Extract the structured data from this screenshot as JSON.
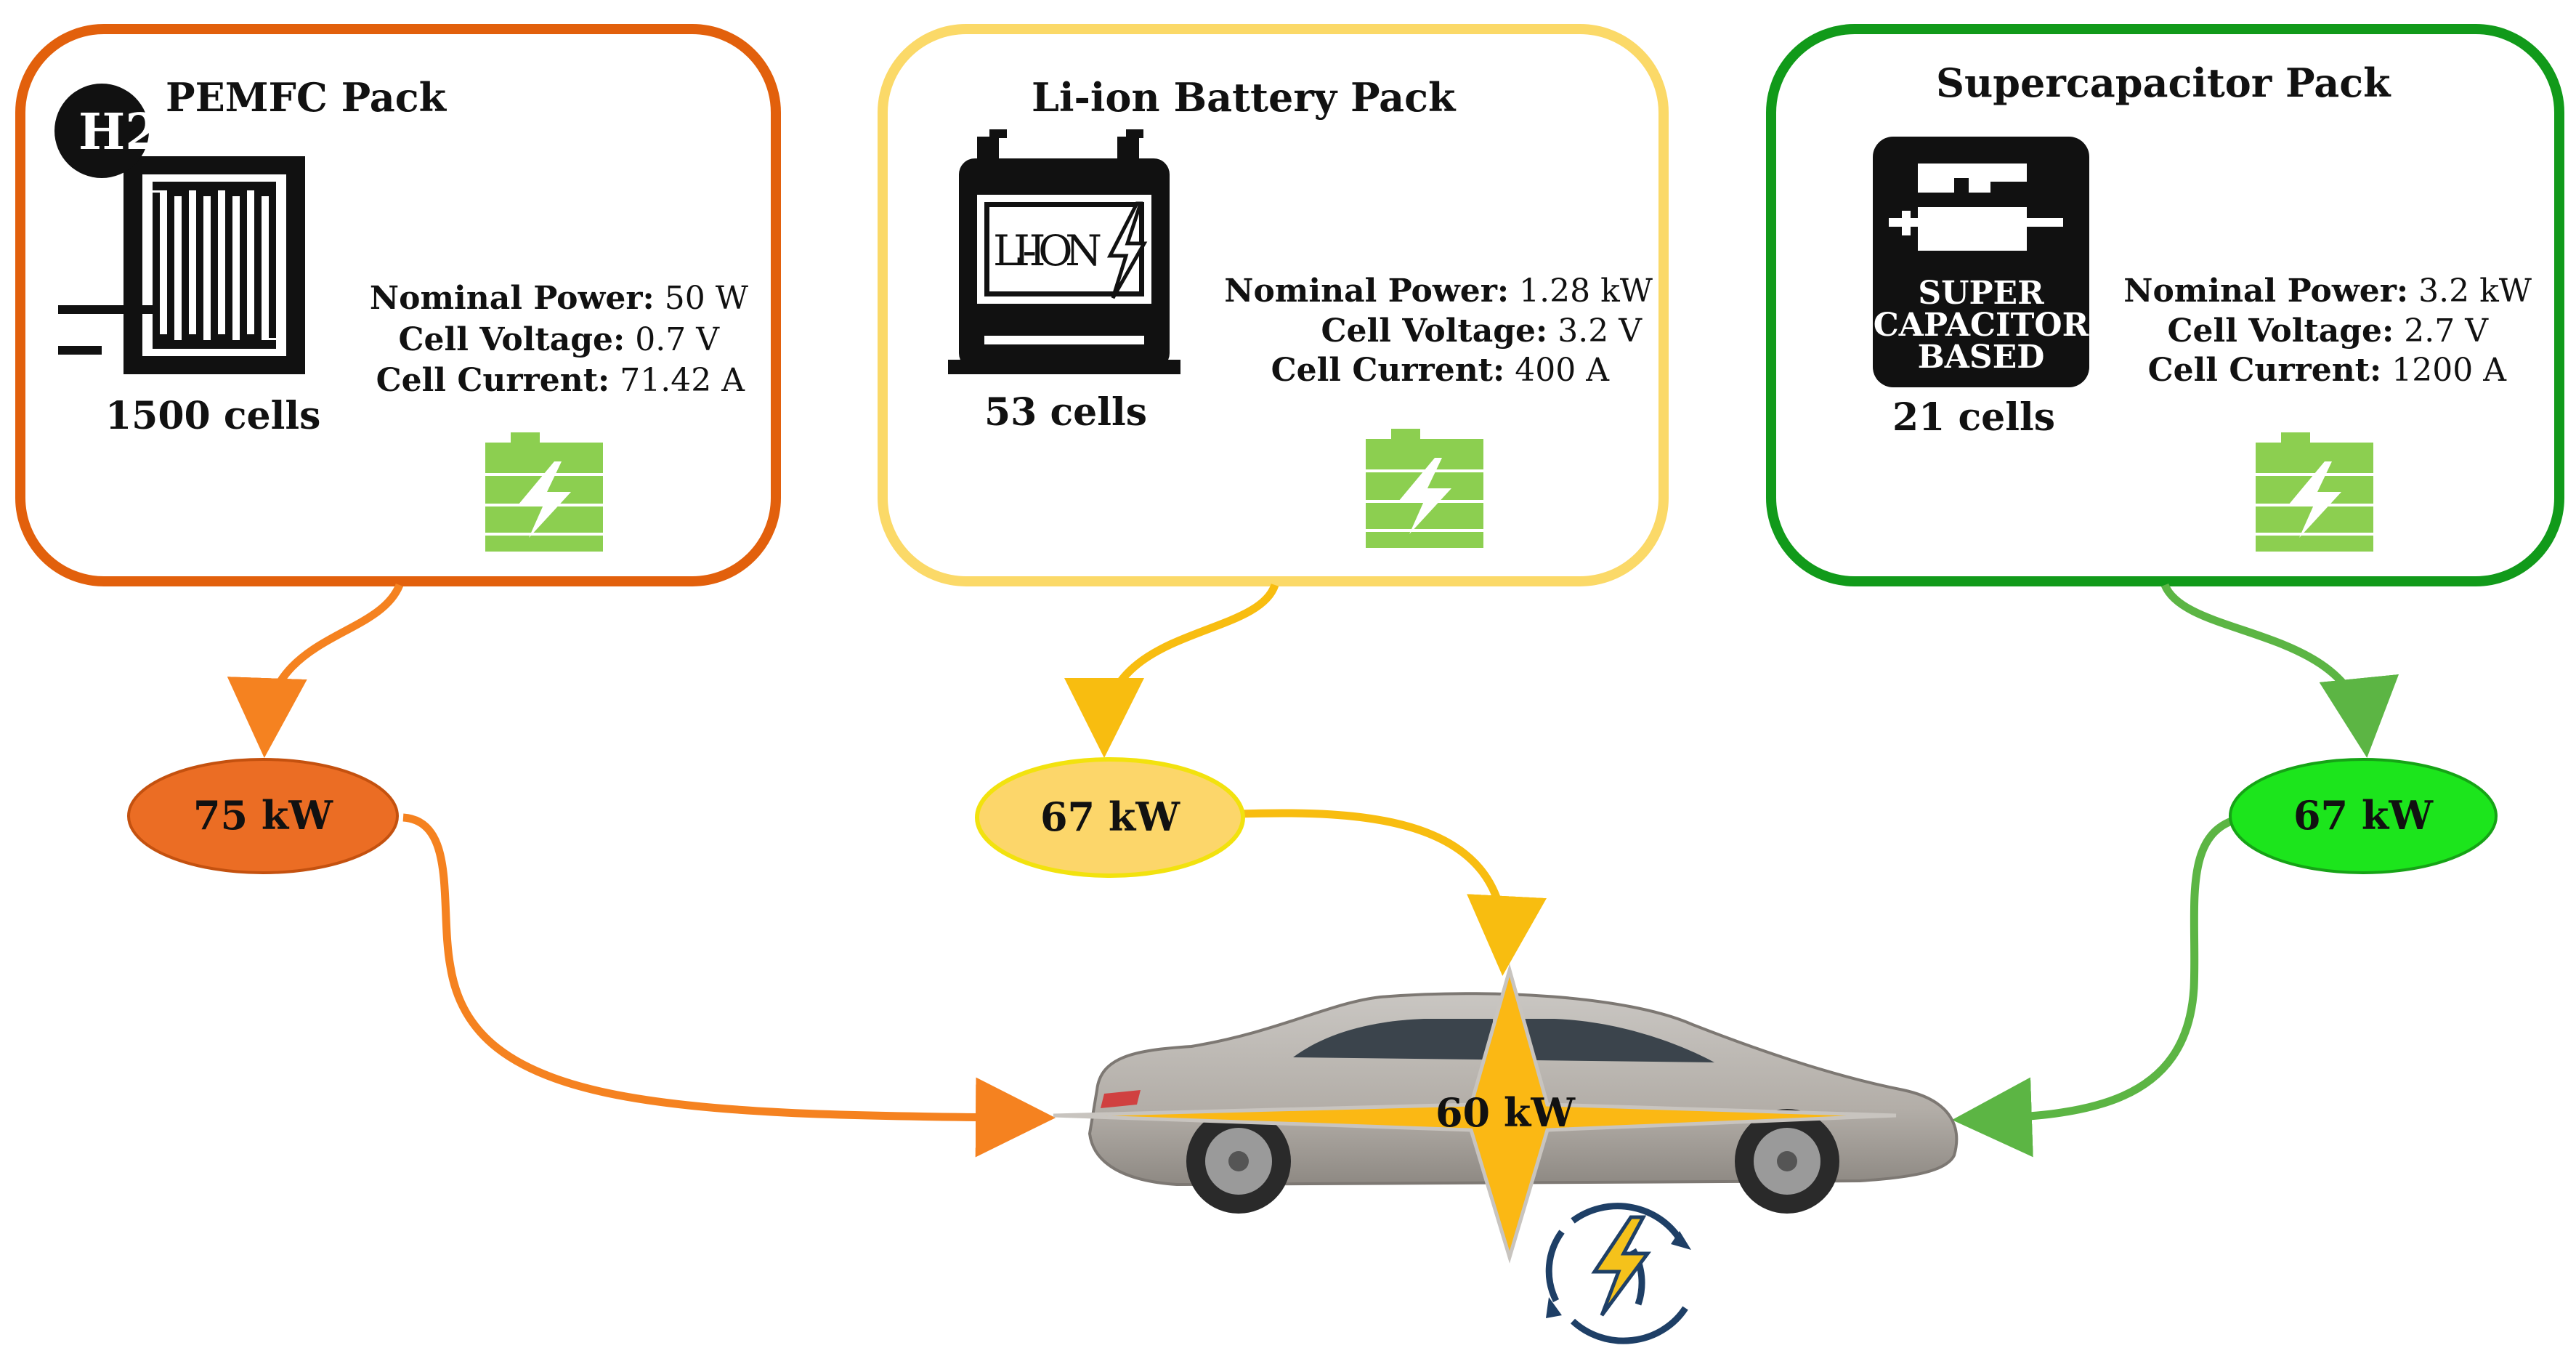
{
  "packs": [
    {
      "title": "PEMFC Pack",
      "icon": "hydrogen-fuel-cell-icon",
      "icon_badge": "H2",
      "cells": "1500 cells",
      "specs": [
        {
          "label": "Nominal Power:",
          "value": "50 W"
        },
        {
          "label": "Cell Voltage:",
          "value": "0.7 V"
        },
        {
          "label": "Cell Current:",
          "value": "71.42 A"
        }
      ],
      "color": "#e2600c"
    },
    {
      "title": "Li-ion Battery Pack",
      "icon": "li-ion-battery-icon",
      "icon_text": "LI-ION",
      "cells": "53 cells",
      "specs": [
        {
          "label": "Nominal Power:",
          "value": "1.28 kW"
        },
        {
          "label": "Cell Voltage:",
          "value": "3.2 V"
        },
        {
          "label": "Cell Current:",
          "value": "400 A"
        }
      ],
      "color": "#fbd968"
    },
    {
      "title": "Supercapacitor Pack",
      "icon": "supercapacitor-icon",
      "icon_text": [
        "SUPER",
        "CAPACITOR",
        "BASED"
      ],
      "cells": "21 cells",
      "specs": [
        {
          "label": "Nominal Power:",
          "value": "3.2 kW"
        },
        {
          "label": "Cell Voltage:",
          "value": "2.7 V"
        },
        {
          "label": "Cell Current:",
          "value": "1200 A"
        }
      ],
      "color": "#119a1a"
    }
  ],
  "nodes": [
    {
      "label": "75 kW",
      "fill": "#eb6d24",
      "stroke": "#c4510f"
    },
    {
      "label": "67 kW",
      "fill": "#fcd66a",
      "stroke": "#f2e20e"
    },
    {
      "label": "67 kW",
      "fill": "#1ce51c",
      "stroke": "#16a316"
    }
  ],
  "vehicle": {
    "label": "60 kW",
    "icon": "car-icon",
    "star_color": "#fbb814"
  },
  "colors": {
    "arrow_orange": "#f58220",
    "arrow_yellow": "#f8bd10",
    "arrow_green": "#5cb544",
    "battery_green": "#8ccf50",
    "regen_blue": "#1e3f66",
    "regen_bolt": "#f5c21b"
  }
}
